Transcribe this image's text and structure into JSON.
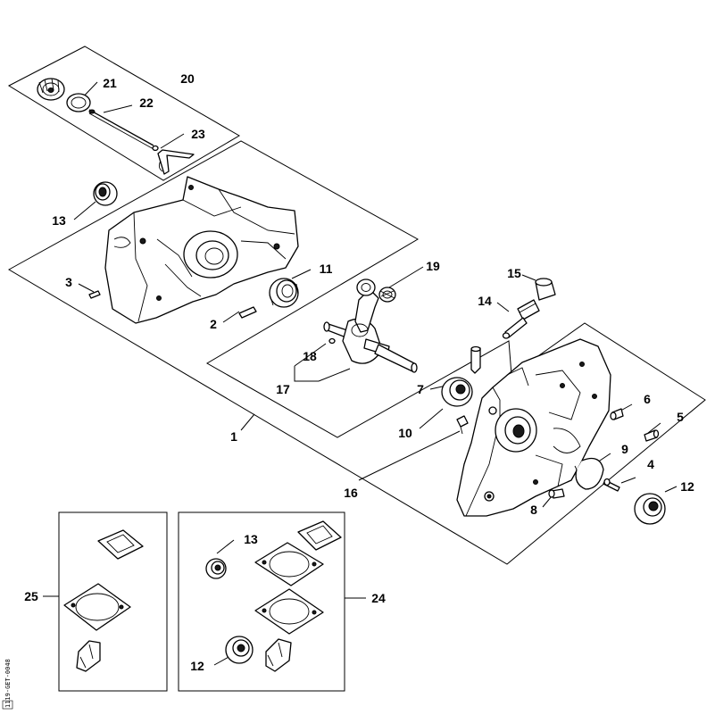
{
  "callouts": {
    "c1": "1",
    "c2": "2",
    "c3": "3",
    "c4": "4",
    "c5": "5",
    "c6": "6",
    "c7": "7",
    "c8": "8",
    "c9": "9",
    "c10": "10",
    "c11": "11",
    "c12a": "12",
    "c12b": "12",
    "c13a": "13",
    "c13b": "13",
    "c14": "14",
    "c15": "15",
    "c16": "16",
    "c17": "17",
    "c18": "18",
    "c19": "19",
    "c20": "20",
    "c21": "21",
    "c22": "22",
    "c23": "23",
    "c24": "24",
    "c25": "25"
  },
  "drawing_code": "1119-GET-0048"
}
